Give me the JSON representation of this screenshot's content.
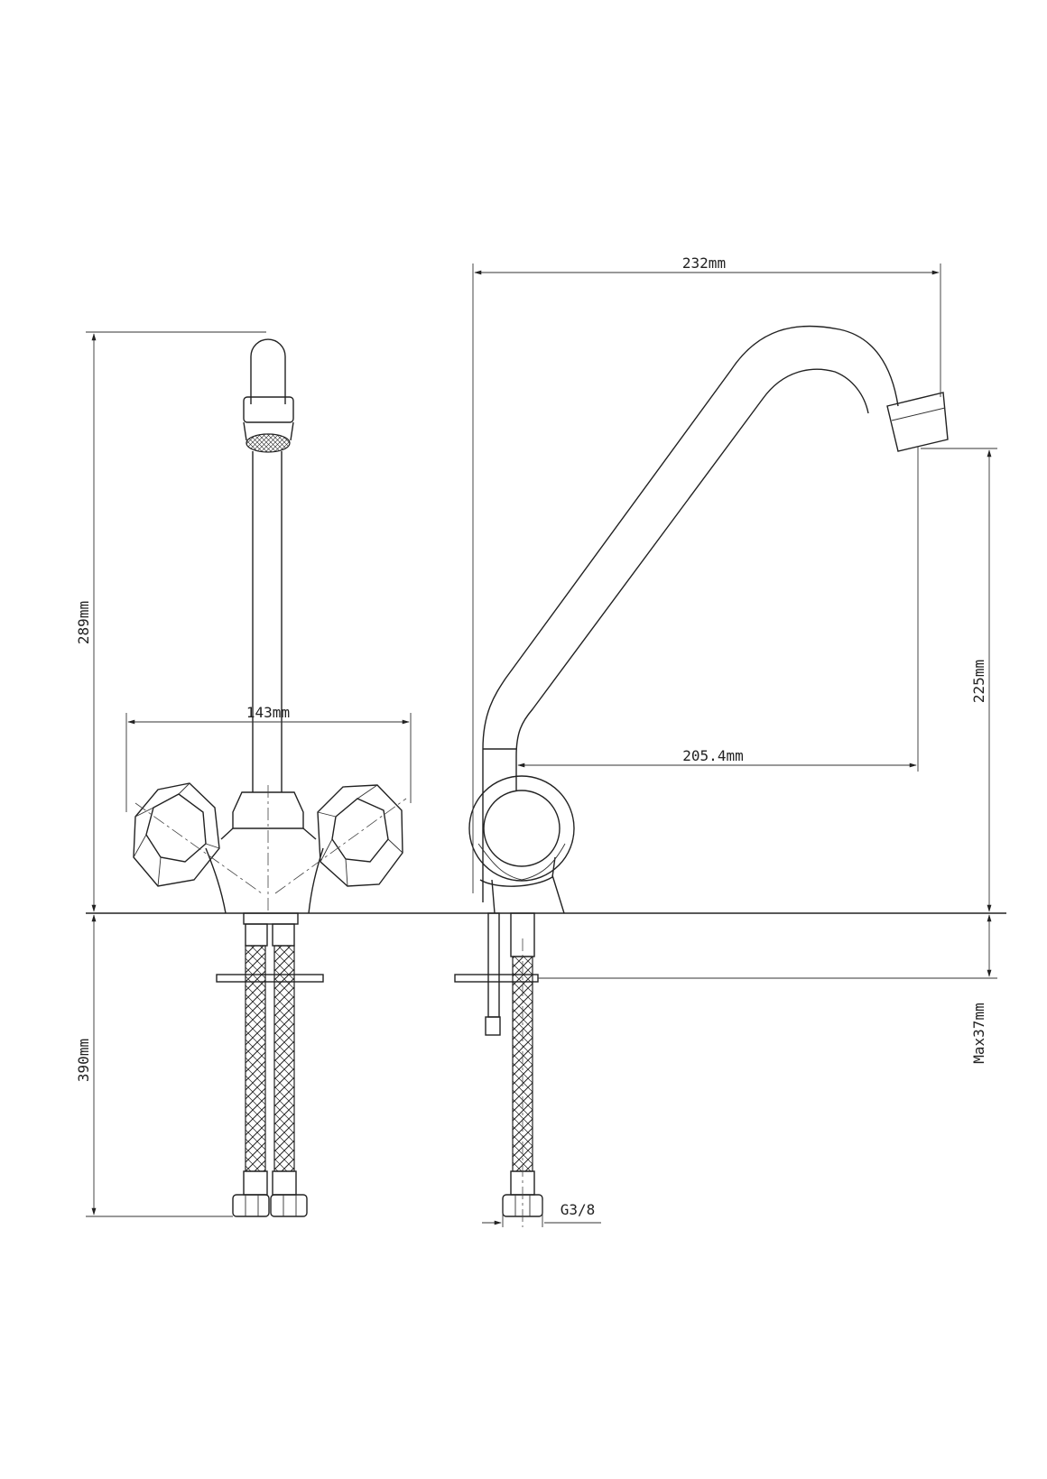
{
  "colors": {
    "line": "#222222",
    "background": "#ffffff"
  },
  "dimensions": {
    "front_height": "289mm",
    "handle_span": "143mm",
    "hose_length": "390mm",
    "overall_reach": "232mm",
    "spout_reach": "205.4mm",
    "spout_height": "225mm",
    "max_thickness": "Max37mm",
    "thread": "G3/8"
  }
}
